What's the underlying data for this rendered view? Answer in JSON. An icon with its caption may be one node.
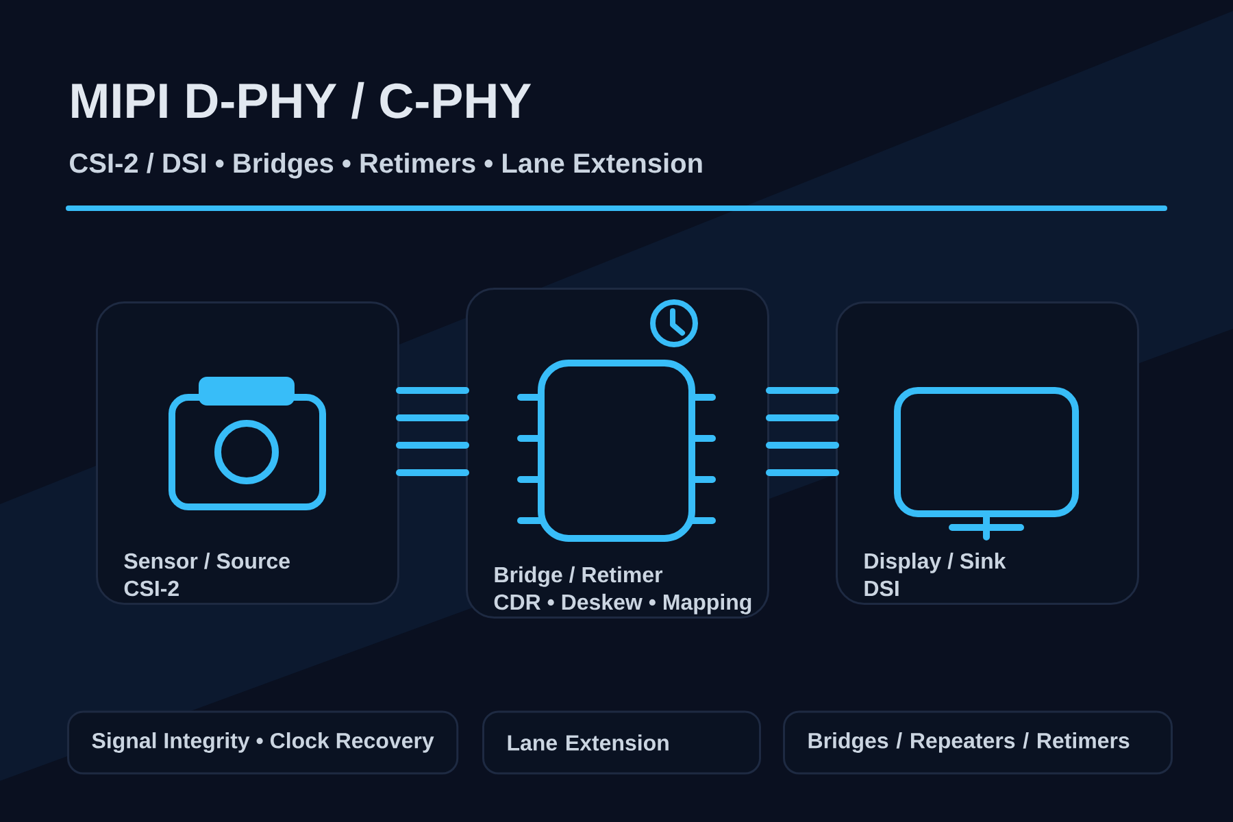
{
  "diagram": {
    "title": "MIPI D-PHY / C-PHY",
    "nodes": [
      {
        "text": [
          "Sensor / Source",
          "CSI-2"
        ]
      },
      {
        "text": [
          "Bridge / Retimer",
          "CDR • Deskew • Mapping"
        ]
      },
      {
        "text": [
          "Display / Sink",
          "DSI"
        ]
      },
      {
        "text": [
          "Signal Integrity • Clock Recovery"
        ]
      },
      {
        "text": [
          "Lane Extension"
        ]
      },
      {
        "text": [
          "Bridges / Repeaters / Retimers"
        ]
      }
    ],
    "edges": [
      {
        "from": 0,
        "to": 1,
        "arrow": "none"
      },
      {
        "from": 0,
        "to": 1,
        "arrow": "none"
      },
      {
        "from": 0,
        "to": 1,
        "arrow": "none"
      },
      {
        "from": 0,
        "to": 1,
        "arrow": "none"
      },
      {
        "from": 1,
        "to": 2,
        "arrow": "none"
      },
      {
        "from": 1,
        "to": 2,
        "arrow": "none"
      },
      {
        "from": 1,
        "to": 2,
        "arrow": "none"
      },
      {
        "from": 1,
        "to": 2,
        "arrow": "none"
      }
    ],
    "labels": [
      "CSI-2 / DSI • Bridges • Retimers • Lane Extension"
    ]
  }
}
